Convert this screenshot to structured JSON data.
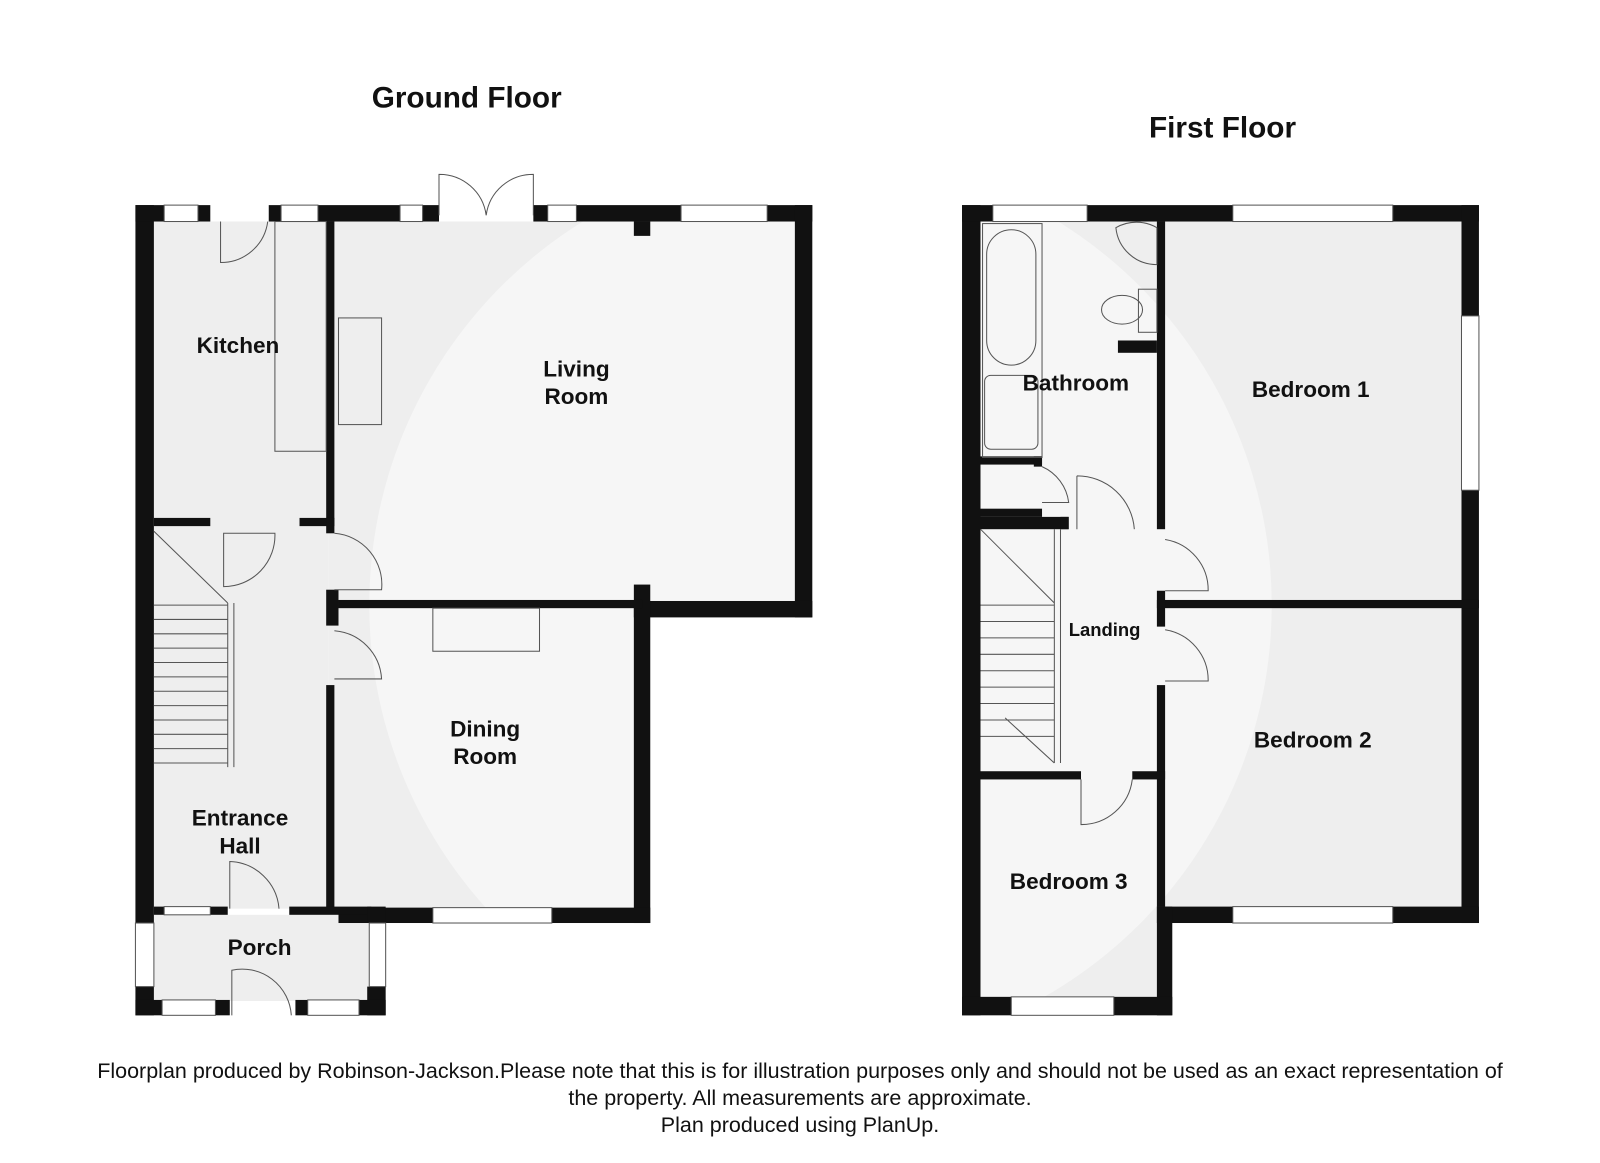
{
  "floors": {
    "ground": {
      "title": "Ground Floor",
      "rooms": {
        "kitchen": "Kitchen",
        "living_1": "Living",
        "living_2": "Room",
        "dining_1": "Dining",
        "dining_2": "Room",
        "hall_1": "Entrance",
        "hall_2": "Hall",
        "porch": "Porch"
      }
    },
    "first": {
      "title": "First Floor",
      "rooms": {
        "bathroom": "Bathroom",
        "bedroom1": "Bedroom 1",
        "bedroom2": "Bedroom 2",
        "bedroom3": "Bedroom 3",
        "landing": "Landing"
      }
    }
  },
  "footer": {
    "line1": "Floorplan produced by Robinson-Jackson.Please note that this is for illustration purposes only and should not be used as an exact representation of",
    "line2": "the property. All measurements are approximate.",
    "line3": "Plan produced using PlanUp."
  },
  "colors": {
    "wall": "#111111",
    "floor": "#eeeeee",
    "watermark": "#ffffff"
  }
}
